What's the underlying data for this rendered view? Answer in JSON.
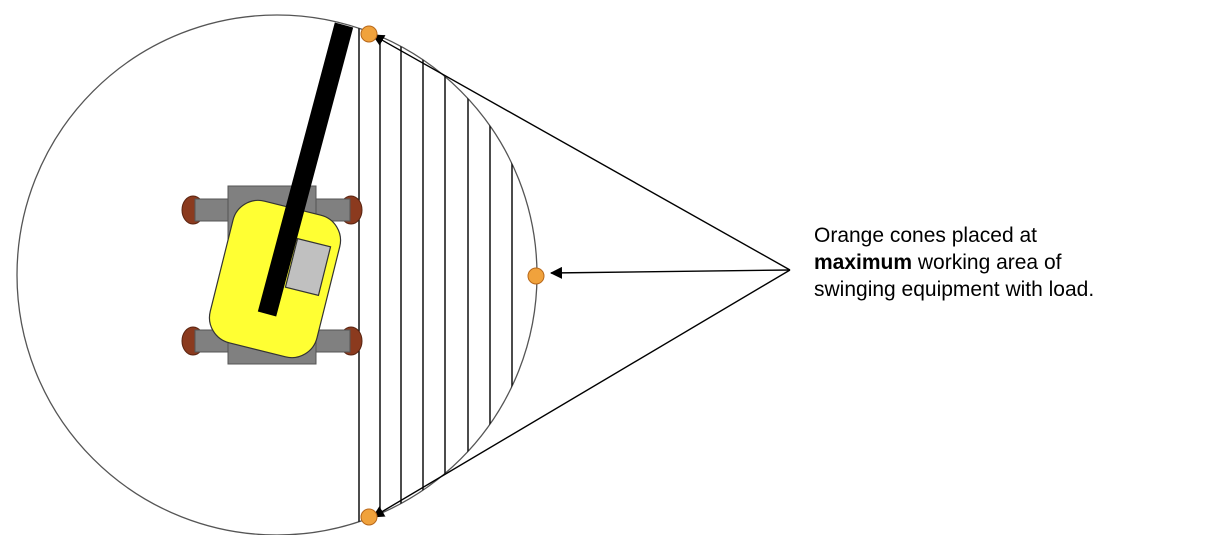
{
  "caption": {
    "line1": "Orange cones placed at",
    "line2_bold": "maximum",
    "line2_rest": " working area of",
    "line3": "swinging equipment with load."
  },
  "colors": {
    "cone": "#F0A23C",
    "cone_outline": "#B8681A",
    "machine_body": "#FFFF33",
    "machine_frame": "#808080",
    "wheel": "#8B3A1E",
    "boom": "#000000",
    "cab_window": "#C0C0C0"
  },
  "icons": {
    "cone": "orange-cone-icon",
    "machine": "excavator-icon"
  }
}
